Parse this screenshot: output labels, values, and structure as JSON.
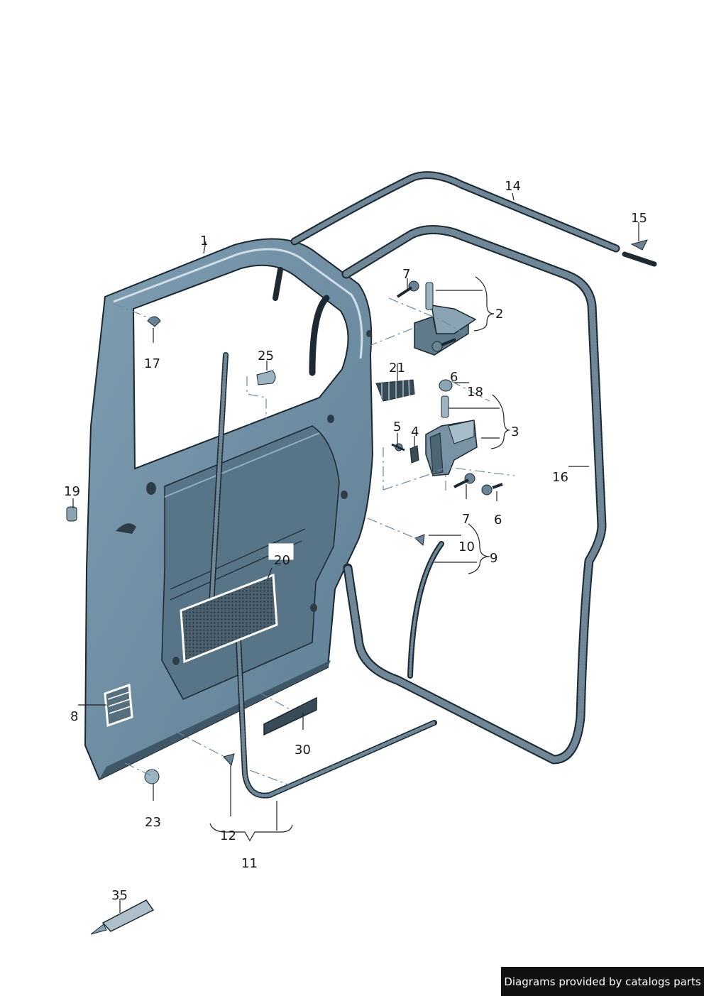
{
  "diagram": {
    "parts": [
      "1",
      "14",
      "15",
      "7",
      "2",
      "17",
      "25",
      "21",
      "6",
      "18",
      "5",
      "4",
      "3",
      "16",
      "19",
      "20",
      "7",
      "6",
      "10",
      "9",
      "8",
      "30",
      "23",
      "12",
      "11",
      "35"
    ]
  },
  "credit": "Diagrams provided by catalogs parts",
  "colors": {
    "panel": "#6e8ea3",
    "panel_dark": "#4f6b7c",
    "seal": "#3c4d58",
    "outline": "#1b2730"
  }
}
